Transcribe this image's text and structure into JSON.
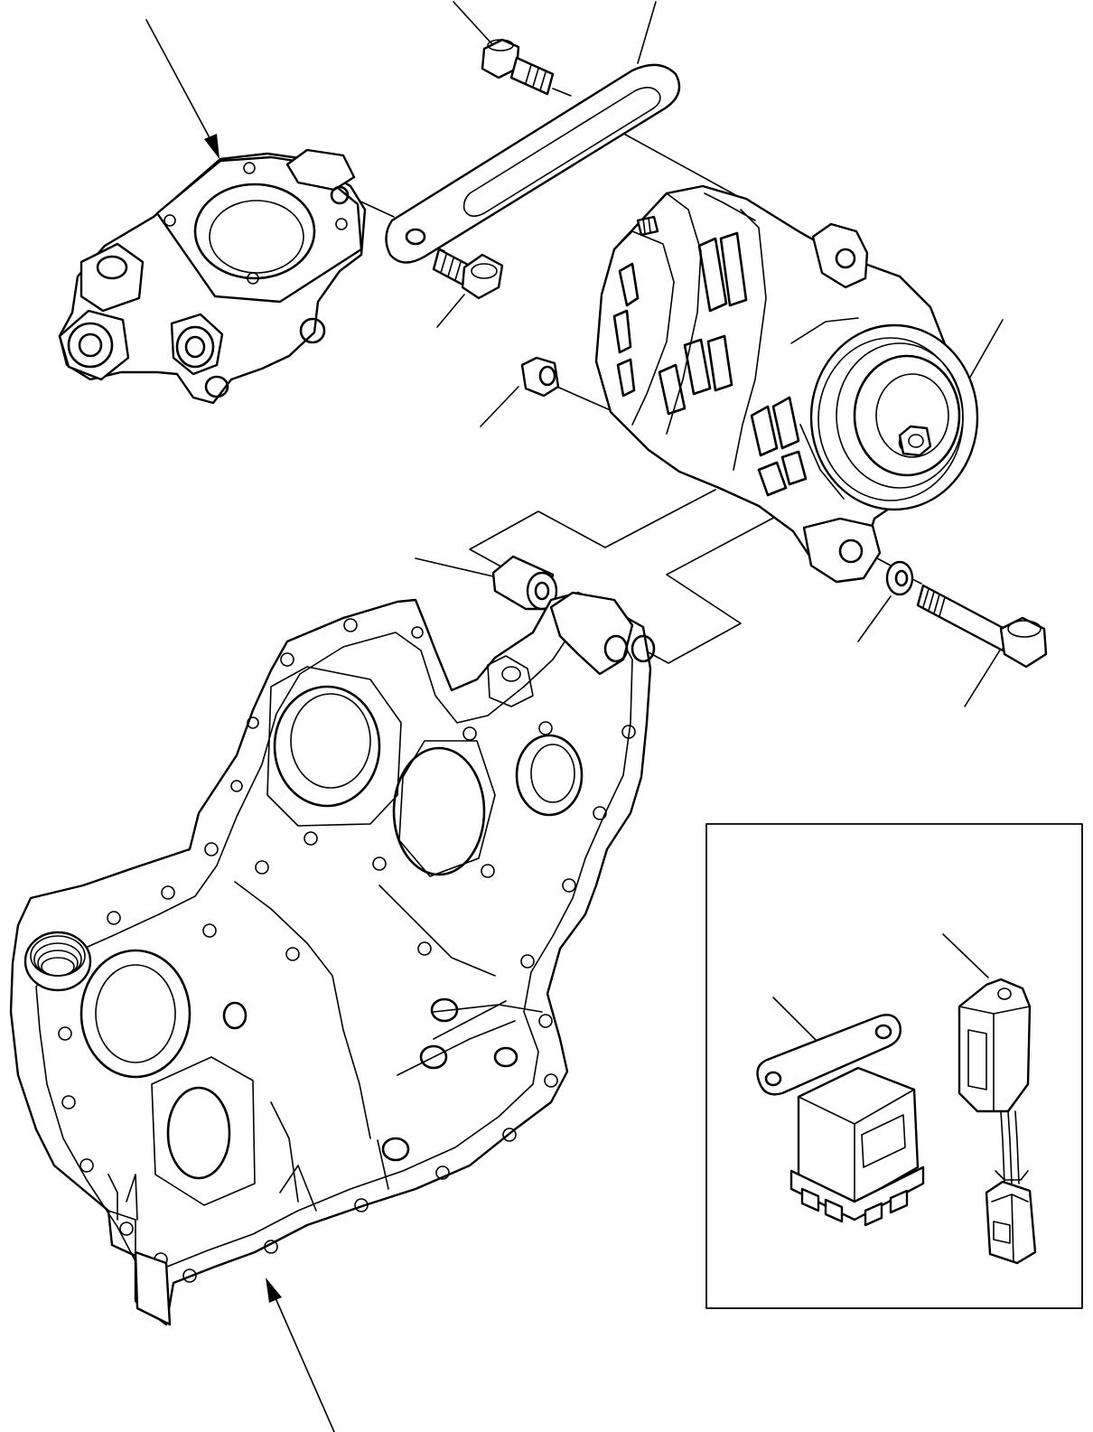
{
  "diagram": {
    "kind": "exploded parts view",
    "line_color": "#000000",
    "background_color": "#ffffff",
    "parts": [
      "thermostat-housing",
      "alternator-bolt",
      "adjusting-bracket",
      "bracket-bolt",
      "alternator",
      "pulley",
      "spacer-nut",
      "collar",
      "washer",
      "long-bolt",
      "front-cover",
      "relay",
      "regulator"
    ]
  }
}
